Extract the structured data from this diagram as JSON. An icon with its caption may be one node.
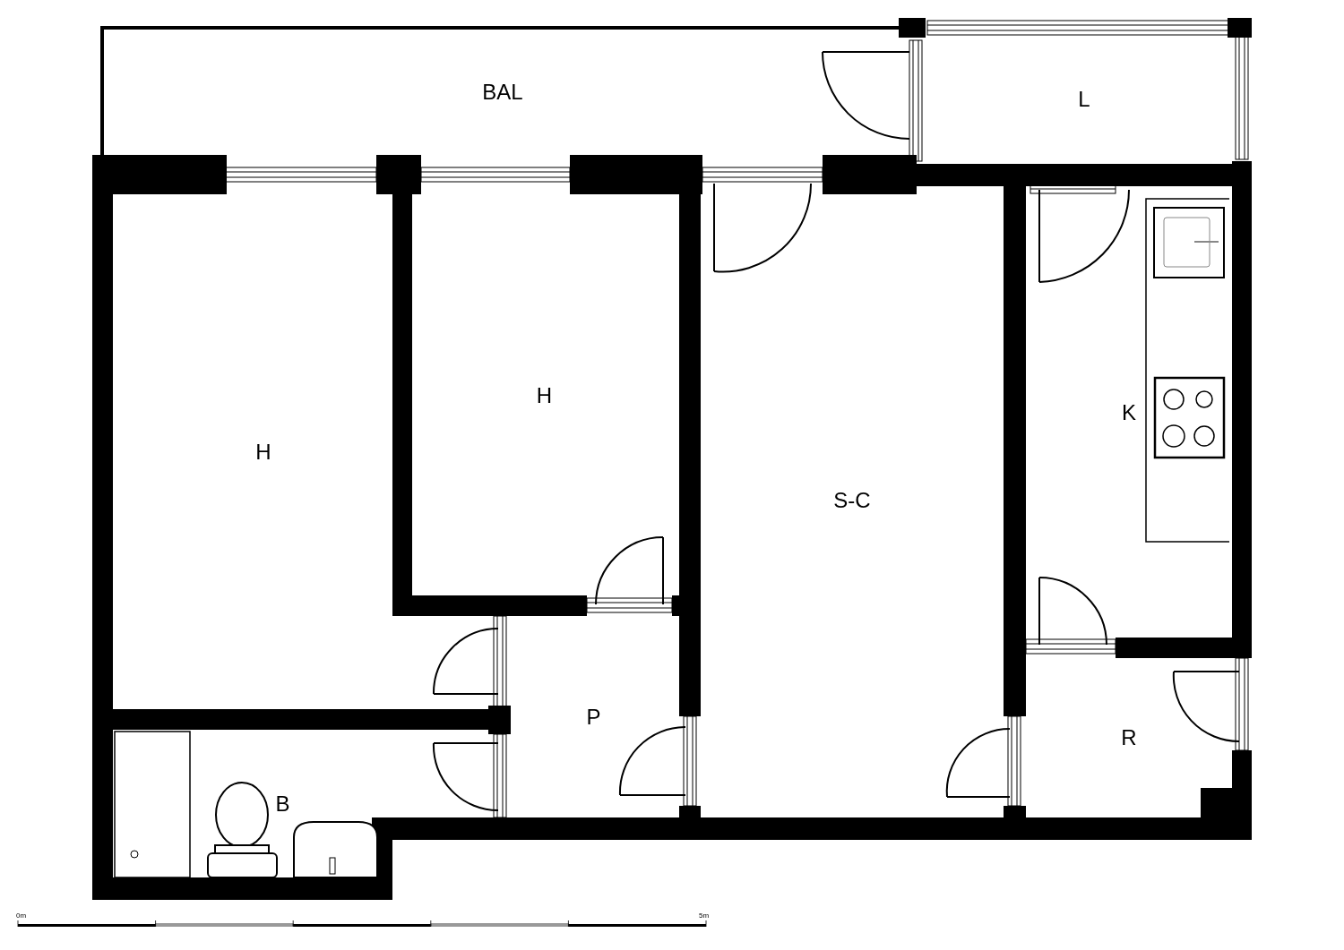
{
  "diagram": {
    "nodes": [
      {
        "text": [
          "BAL"
        ]
      },
      {
        "text": [
          "L"
        ]
      },
      {
        "text": [
          "H"
        ]
      },
      {
        "text": [
          "K"
        ]
      },
      {
        "text": [
          "H"
        ]
      },
      {
        "text": [
          "S-C"
        ]
      },
      {
        "text": [
          "P"
        ]
      },
      {
        "text": [
          "R"
        ]
      },
      {
        "text": [
          "B"
        ]
      }
    ],
    "labels": [
      "0m",
      "5m"
    ]
  }
}
